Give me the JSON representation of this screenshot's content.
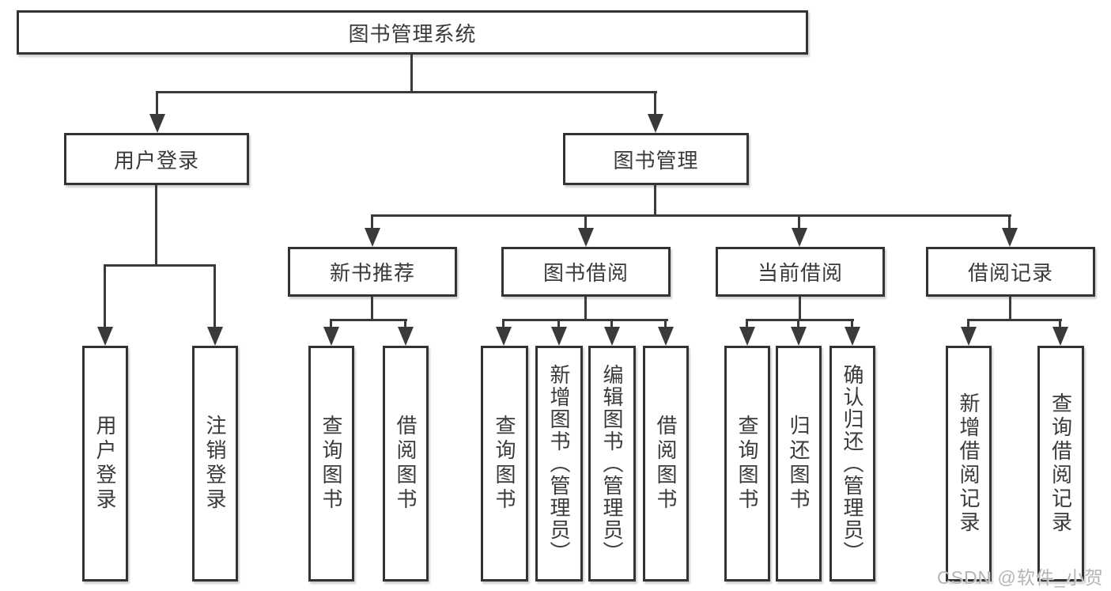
{
  "diagram": {
    "root": {
      "label": "图书管理系统"
    },
    "level2": [
      {
        "id": "user-login",
        "label": "用户登录"
      },
      {
        "id": "book-management",
        "label": "图书管理"
      }
    ],
    "level3": [
      {
        "id": "new-book-recommend",
        "label": "新书推荐"
      },
      {
        "id": "book-borrowing",
        "label": "图书借阅"
      },
      {
        "id": "current-borrowing",
        "label": "当前借阅"
      },
      {
        "id": "borrowing-records",
        "label": "借阅记录"
      }
    ],
    "leaves": [
      {
        "id": "user-login-leaf",
        "label": "用户登录",
        "parent": "user-login"
      },
      {
        "id": "logout-leaf",
        "label": "注销登录",
        "parent": "user-login"
      },
      {
        "id": "query-books-recommend",
        "label": "查询图书",
        "parent": "new-book-recommend"
      },
      {
        "id": "borrow-books-recommend",
        "label": "借阅图书",
        "parent": "new-book-recommend"
      },
      {
        "id": "query-books-borrowing",
        "label": "查询图书",
        "parent": "book-borrowing"
      },
      {
        "id": "add-books-admin",
        "label": "新增图书（管理员）",
        "parent": "book-borrowing"
      },
      {
        "id": "edit-books-admin",
        "label": "编辑图书（管理员）",
        "parent": "book-borrowing"
      },
      {
        "id": "borrow-books-borrowing",
        "label": "借阅图书",
        "parent": "book-borrowing"
      },
      {
        "id": "query-books-current",
        "label": "查询图书",
        "parent": "current-borrowing"
      },
      {
        "id": "return-books",
        "label": "归还图书",
        "parent": "current-borrowing"
      },
      {
        "id": "confirm-return-admin",
        "label": "确认归还（管理员）",
        "parent": "current-borrowing"
      },
      {
        "id": "add-borrow-record",
        "label": "新增借阅记录",
        "parent": "borrowing-records"
      },
      {
        "id": "query-borrow-record",
        "label": "查询借阅记录",
        "parent": "borrowing-records"
      }
    ],
    "watermark": "CSDN @软件_小贺同学",
    "colors": {
      "line": "#3a3a3a",
      "box_border": "#333333",
      "box_fill": "#ffffff",
      "text": "#3a3a3a",
      "watermark": "#b5b5b5"
    }
  }
}
